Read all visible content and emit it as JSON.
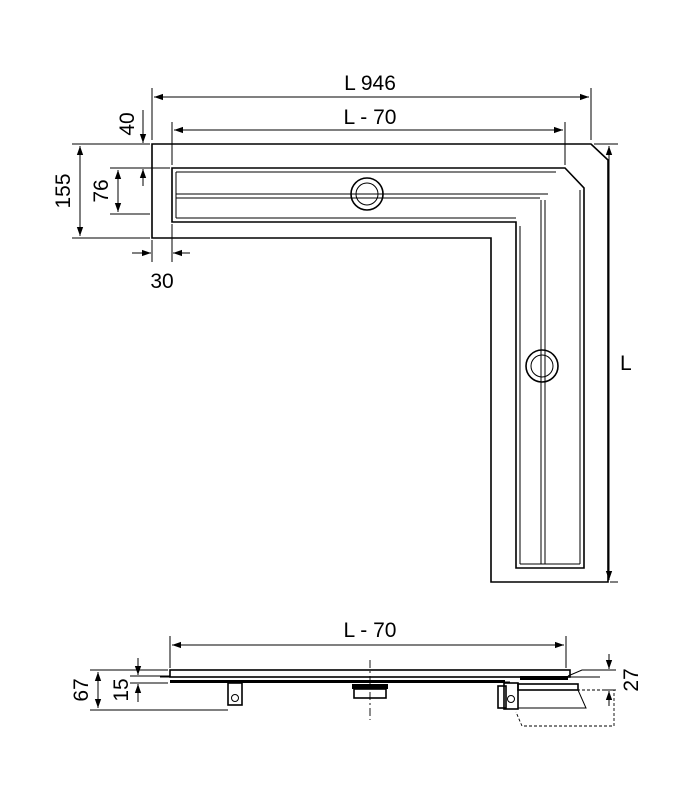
{
  "dimensions": {
    "top_overall": "L  946",
    "top_inner": "L  - 70",
    "left_40": "40",
    "left_155": "155",
    "left_76": "76",
    "bottom_30": "30",
    "right_L": "L",
    "section_length": "L - 70",
    "section_67": "67",
    "section_15": "15",
    "section_27": "27"
  }
}
